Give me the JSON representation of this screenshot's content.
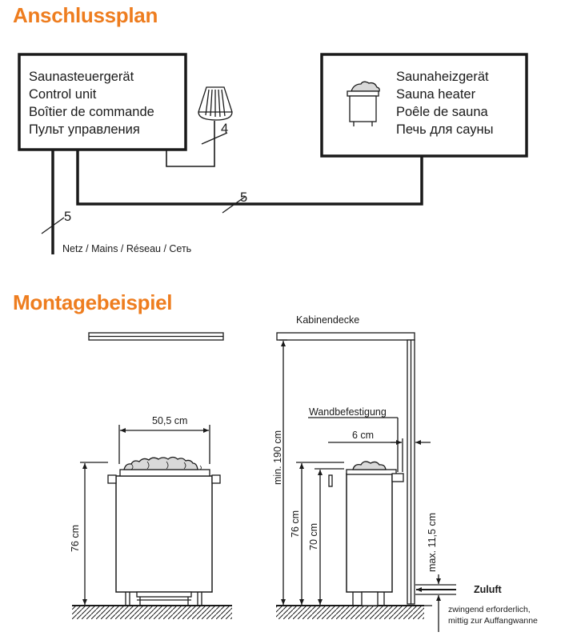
{
  "headings": {
    "connection_plan": "Anschlussplan",
    "mounting_example": "Montagebeispiel"
  },
  "control_unit": {
    "lines": [
      "Saunasteuergerät",
      "Control unit",
      "Boîtier de commande",
      "Пульт управления"
    ]
  },
  "sauna_heater": {
    "lines": [
      "Saunaheizgerät",
      "Sauna heater",
      "Poêle de sauna",
      "Печь для сауны"
    ]
  },
  "wire_labels": {
    "sensor": "4",
    "heater": "5",
    "mains": "5"
  },
  "mains_label": "Netz / Mains / Réseau / Сеть",
  "front_view": {
    "width": "50,5 cm",
    "height": "76 cm"
  },
  "side_view": {
    "ceiling": "Kabinendecke",
    "min_height": "min. 190 cm",
    "wall_mount": "Wandbefestigung",
    "wall_gap": "6 cm",
    "height": "76 cm",
    "inner_height": "70 cm",
    "max_height": "max. 11,5 cm",
    "supply_air": "Zuluft",
    "supply_note_1": "zwingend erforderlich,",
    "supply_note_2": "mittig zur Auffangwanne"
  },
  "colors": {
    "heading": "#ee7d1f",
    "line": "#1a1a1a"
  }
}
